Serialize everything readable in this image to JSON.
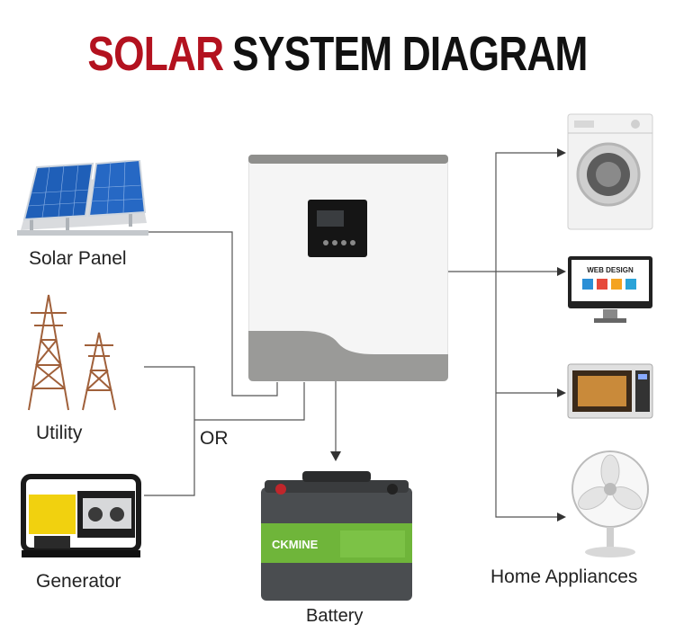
{
  "title": {
    "part1": "SOLAR",
    "part2": "SYSTEM DIAGRAM"
  },
  "labels": {
    "solar_panel": "Solar Panel",
    "utility": "Utility",
    "or": "OR",
    "generator": "Generator",
    "battery": "Battery",
    "home_appliances": "Home Appliances"
  },
  "battery_brand": "CKMINE",
  "monitor_text": "WEB DESIGN",
  "colors": {
    "title_red": "#b3121f",
    "title_black": "#111111",
    "wire": "#555555",
    "inverter_gray": "#9a9a98",
    "battery_green": "#6fb53a"
  }
}
